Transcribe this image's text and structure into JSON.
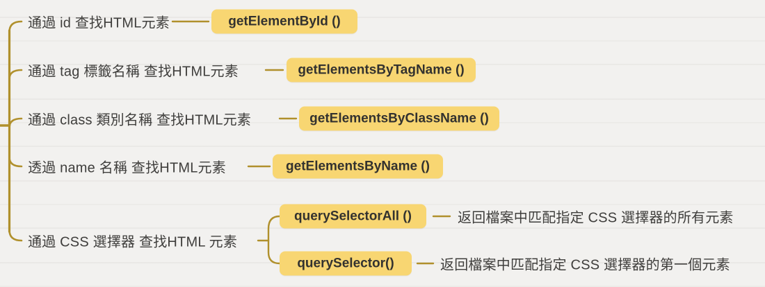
{
  "colors": {
    "background": "#f2f1ef",
    "connector": "#b0902c",
    "node_bg": "#f8d672",
    "node_text": "#33322f",
    "label_text": "#3f3e3c"
  },
  "branches": [
    {
      "label": "通過 id 查找HTML元素",
      "method": "getElementById ()"
    },
    {
      "label": "通過 tag 標籤名稱 查找HTML元素",
      "method": "getElementsByTagName ()"
    },
    {
      "label": "通過 class 類別名稱 查找HTML元素",
      "method": "getElementsByClassName ()"
    },
    {
      "label": "透過 name 名稱 查找HTML元素",
      "method": "getElementsByName ()"
    },
    {
      "label": "通過 CSS 選擇器 查找HTML 元素",
      "children": [
        {
          "method": "querySelectorAll ()",
          "desc": "返回檔案中匹配指定 CSS 選擇器的所有元素"
        },
        {
          "method": "querySelector()",
          "desc": "返回檔案中匹配指定 CSS 選擇器的第一個元素"
        }
      ]
    }
  ]
}
